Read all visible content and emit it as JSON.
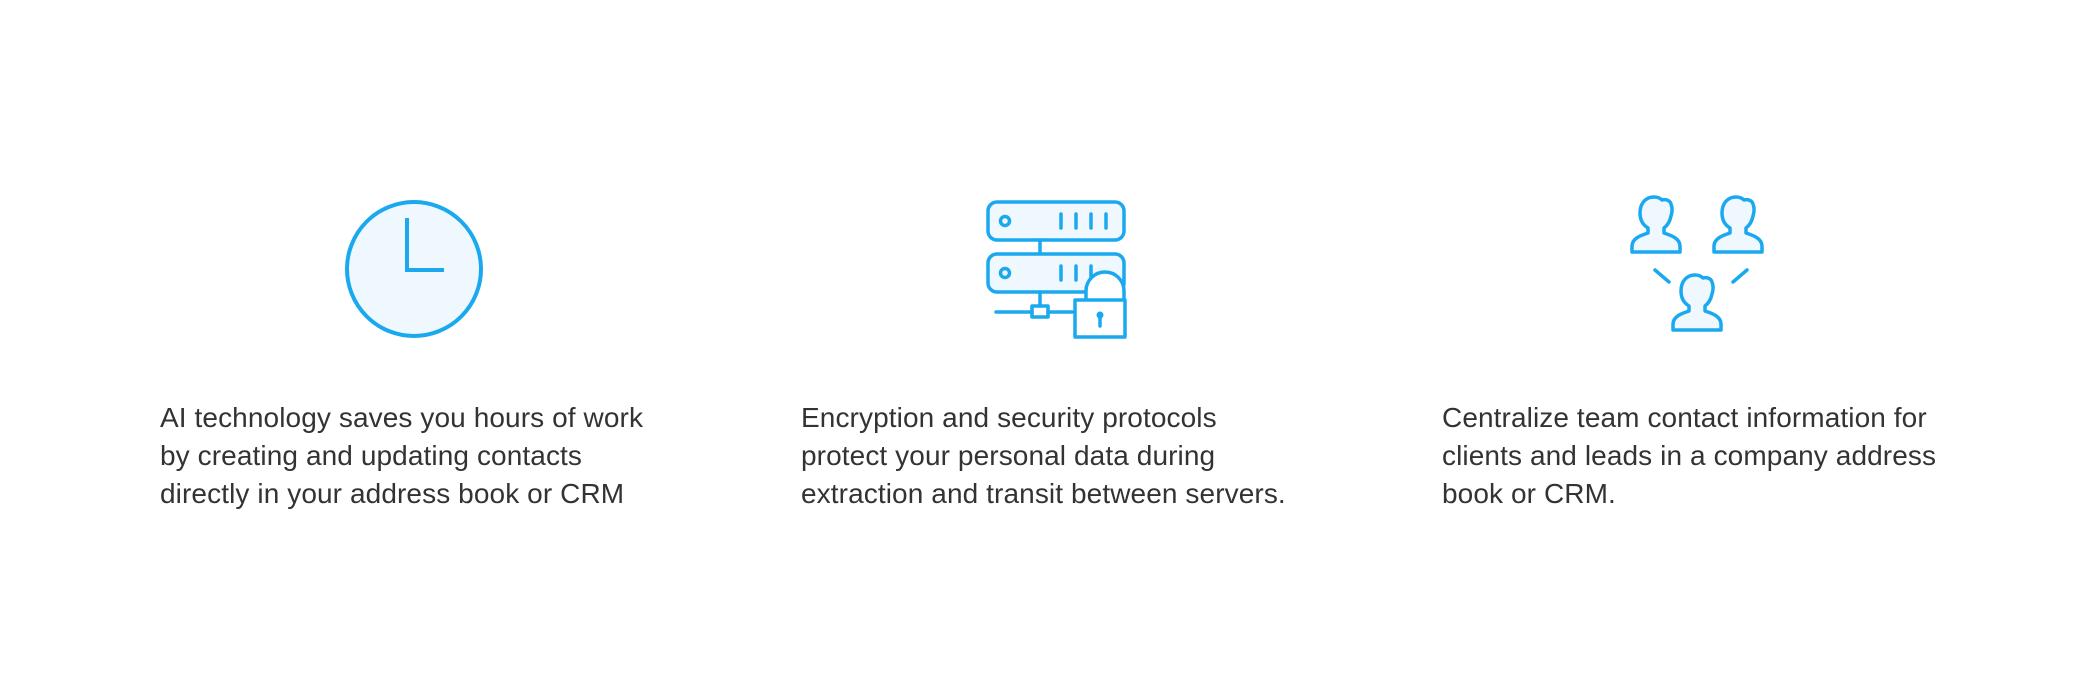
{
  "accent_color": "#1aa9ef",
  "features": [
    {
      "icon": "clock-icon",
      "text": "AI technology saves you hours of work\nby creating and updating contacts\ndirectly in your address book or CRM"
    },
    {
      "icon": "secure-server-icon",
      "text": "Encryption and security protocols\nprotect your personal data during\nextraction and transit between servers."
    },
    {
      "icon": "team-contacts-icon",
      "text": "Centralize team contact information for\nclients and leads in a company address\nbook or CRM."
    }
  ]
}
